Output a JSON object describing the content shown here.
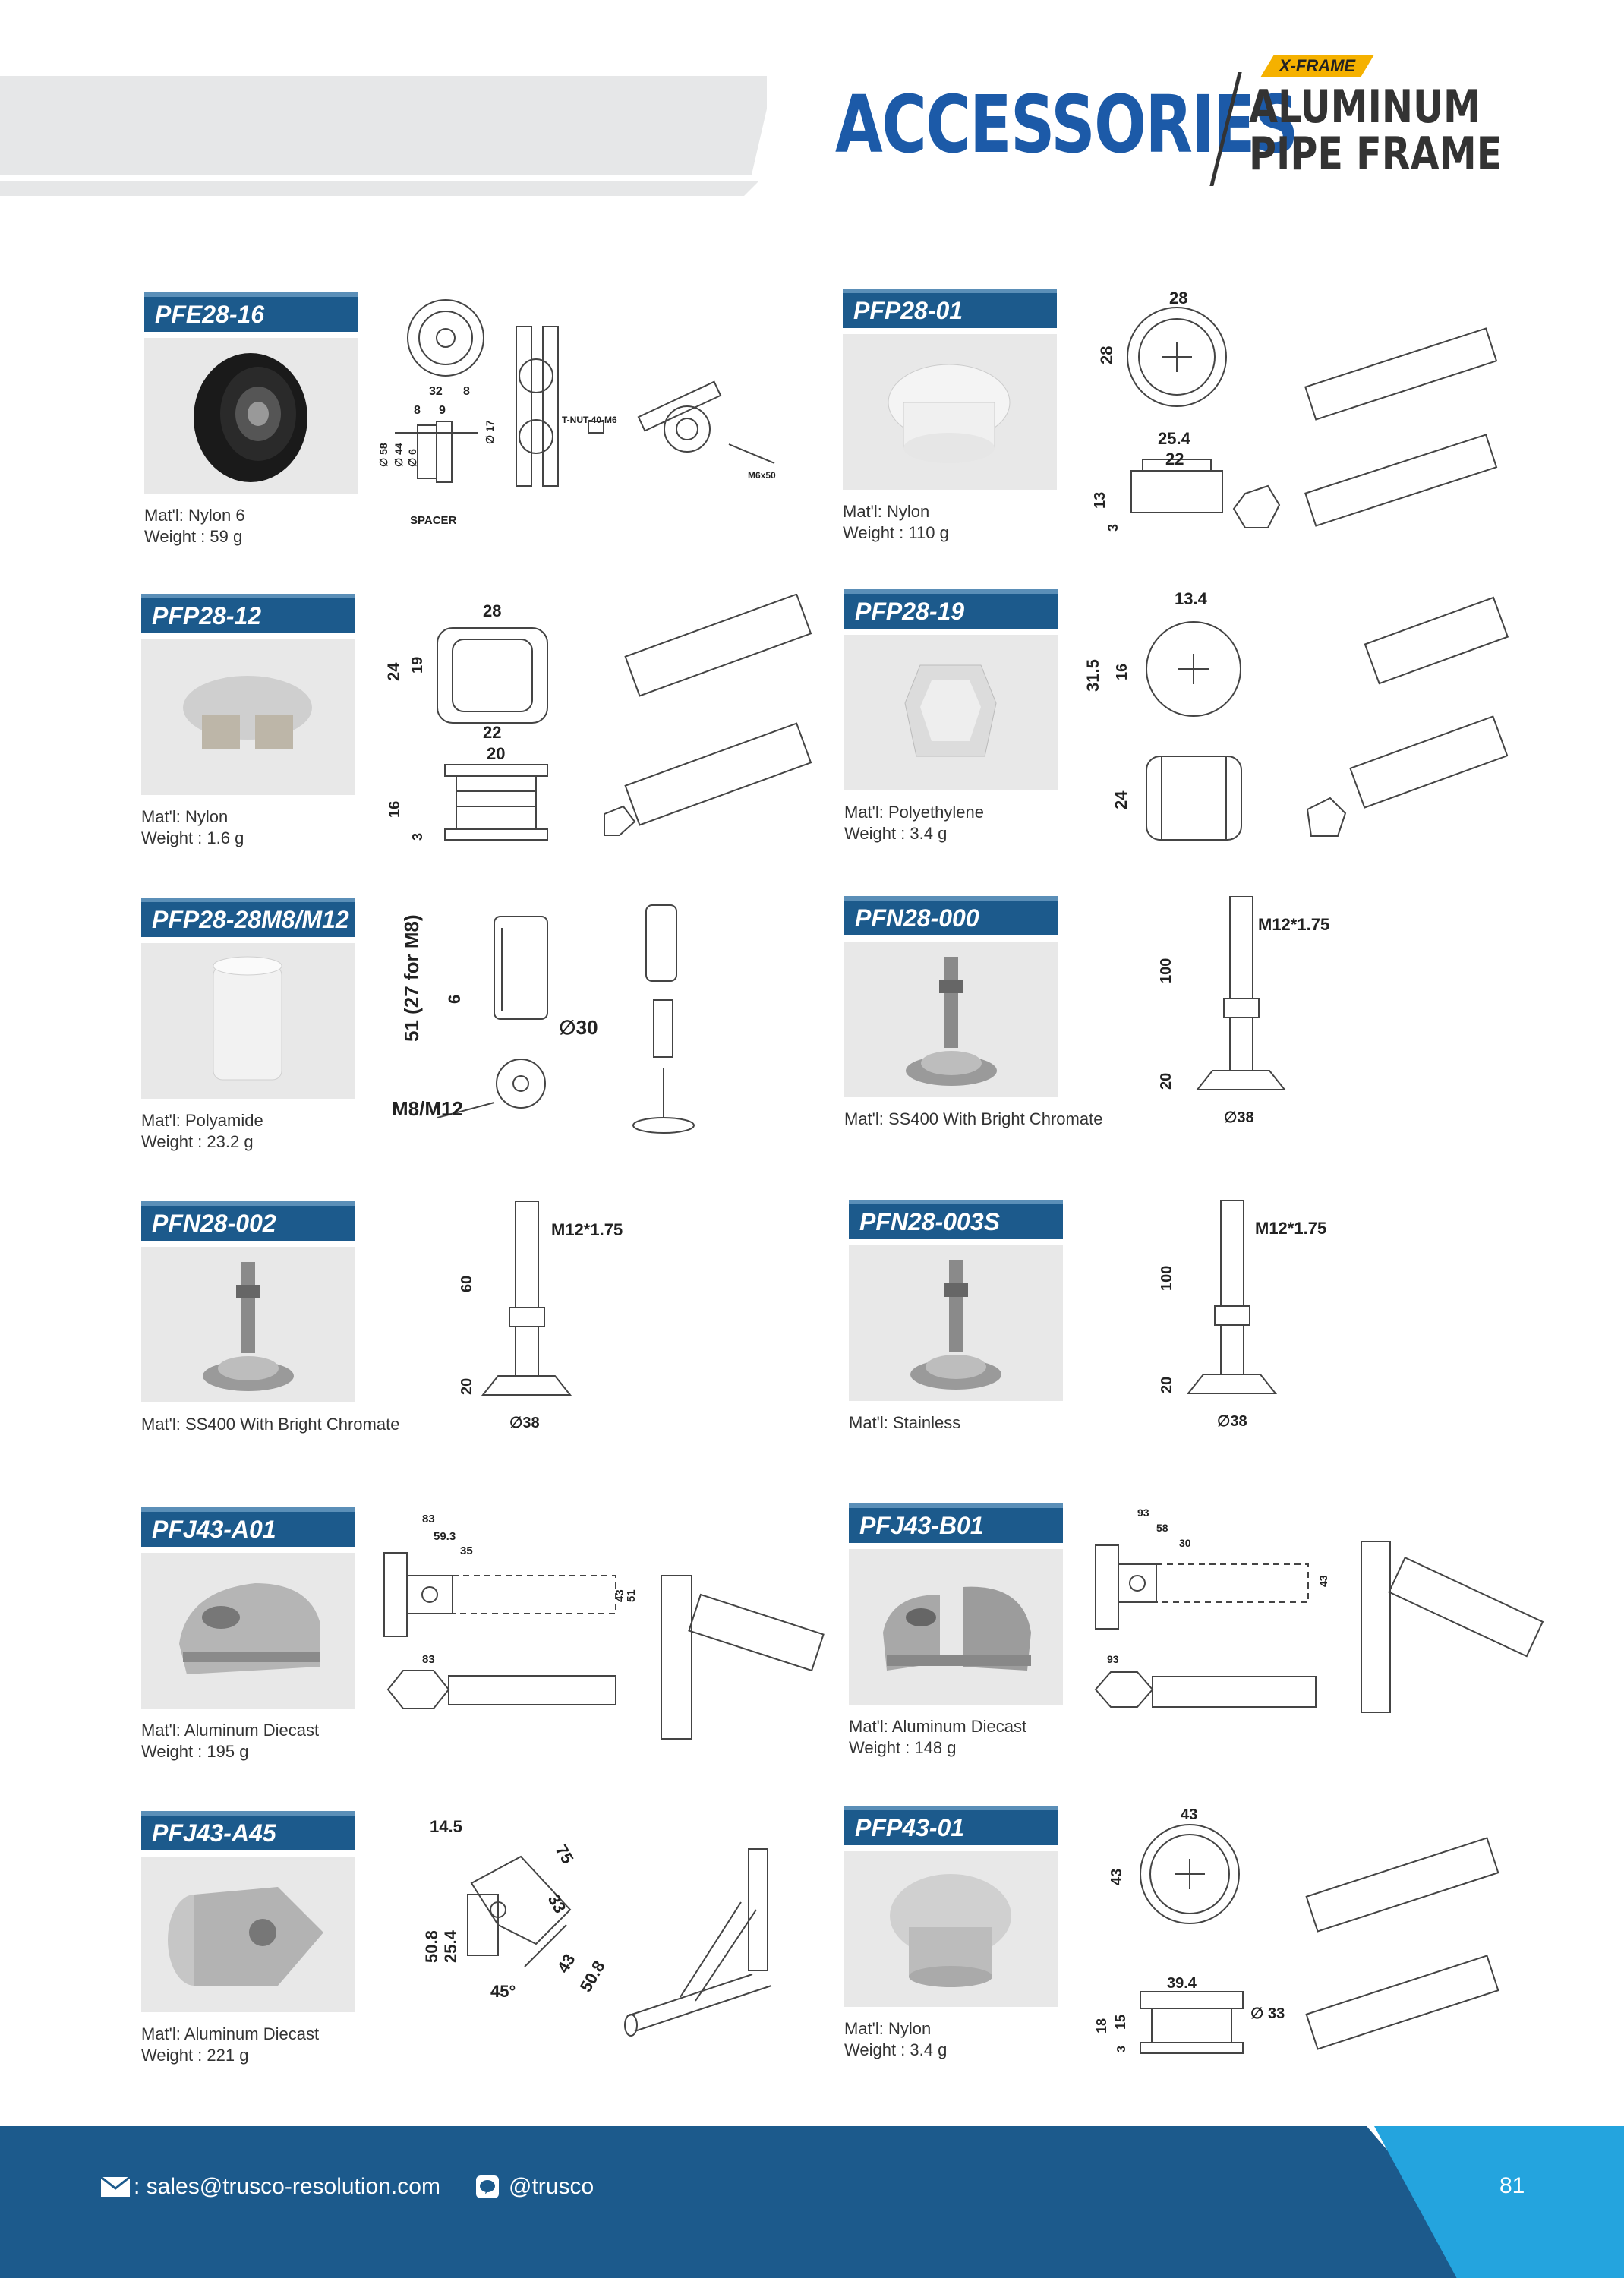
{
  "header": {
    "title": "ACCESSORIES",
    "badge": "X-FRAME",
    "subtitle_line1": "ALUMINUM",
    "subtitle_line2": "PIPE FRAME"
  },
  "products": [
    {
      "code": "PFE28-16",
      "mat": "Mat'l: Nylon 6",
      "weight": "Weight : 59 g"
    },
    {
      "code": "PFP28-01",
      "mat": "Mat'l: Nylon",
      "weight": "Weight : 110 g"
    },
    {
      "code": "PFP28-12",
      "mat": "Mat'l: Nylon",
      "weight": "Weight : 1.6 g"
    },
    {
      "code": "PFP28-19",
      "mat": "Mat'l: Polyethylene",
      "weight": "Weight : 3.4 g"
    },
    {
      "code": "PFP28-28M8/M12",
      "mat": "Mat'l: Polyamide",
      "weight": "Weight : 23.2 g"
    },
    {
      "code": "PFN28-000",
      "mat": "Mat'l: SS400 With Bright Chromate",
      "weight": ""
    },
    {
      "code": "PFN28-002",
      "mat": "Mat'l: SS400 With Bright Chromate",
      "weight": ""
    },
    {
      "code": "PFN28-003S",
      "mat": "Mat'l: Stainless",
      "weight": ""
    },
    {
      "code": "PFJ43-A01",
      "mat": "Mat'l: Aluminum Diecast",
      "weight": "Weight : 195 g"
    },
    {
      "code": "PFJ43-B01",
      "mat": "Mat'l: Aluminum Diecast",
      "weight": "Weight : 148 g"
    },
    {
      "code": "PFJ43-A45",
      "mat": "Mat'l: Aluminum Diecast",
      "weight": "Weight : 221 g"
    },
    {
      "code": "PFP43-01",
      "mat": "Mat'l: Nylon",
      "weight": "Weight : 3.4 g"
    }
  ],
  "dims": {
    "pfe_32": "32",
    "pfe_8a": "8",
    "pfe_8b": "8",
    "pfe_9": "9",
    "pfe_58": "∅ 58",
    "pfe_44": "∅ 44",
    "pfe_6": "∅ 6",
    "pfe_17": "∅ 17",
    "pfe_spacer": "SPACER",
    "pfe_tnut": "T-NUT-40-M6",
    "pfe_m6": "M6x50",
    "p01_28w": "28",
    "p01_28h": "28",
    "p01_254": "25.4",
    "p01_22": "22",
    "p01_13": "13",
    "p01_3": "3",
    "p12_28": "28",
    "p12_24": "24",
    "p12_19": "19",
    "p12_22": "22",
    "p12_20": "20",
    "p12_16": "16",
    "p12_3": "3",
    "p19_134": "13.4",
    "p19_315": "31.5",
    "p19_16": "16",
    "p19_24": "24",
    "pm_51": "51 (27 for M8)",
    "pm_6": "6",
    "pm_30": "∅30",
    "pm_m8": "M8/M12",
    "n000_m12": "M12*1.75",
    "n000_100": "100",
    "n000_20": "20",
    "n000_38": "∅38",
    "n002_m12": "M12*1.75",
    "n002_60": "60",
    "n002_20": "20",
    "n002_38": "∅38",
    "n003_m12": "M12*1.75",
    "n003_100": "100",
    "n003_20": "20",
    "n003_38": "∅38",
    "ja_83": "83",
    "ja_593": "59.3",
    "ja_35": "35",
    "ja_51": "51",
    "ja_43": "43",
    "ja_83b": "83",
    "jb_93": "93",
    "jb_58": "58",
    "jb_30": "30",
    "jb_43": "43",
    "jb_93b": "93",
    "j45_145": "14.5",
    "j45_75": "75",
    "j45_508": "50.8",
    "j45_254": "25.4",
    "j45_33": "33",
    "j45_45": "45°",
    "j45_43": "43",
    "j45_508b": "50.8",
    "p43_43w": "43",
    "p43_43h": "43",
    "p43_394": "39.4",
    "p43_33": "∅ 33",
    "p43_18": "18",
    "p43_15": "15",
    "p43_3": "3"
  },
  "footer": {
    "email": ": sales@trusco-resolution.com",
    "line": "@trusco",
    "page": "81"
  },
  "colors": {
    "brand_blue": "#1c5a8c",
    "title_blue": "#1c5aa8",
    "accent_yellow": "#f5b100",
    "cyan": "#24a4de"
  }
}
